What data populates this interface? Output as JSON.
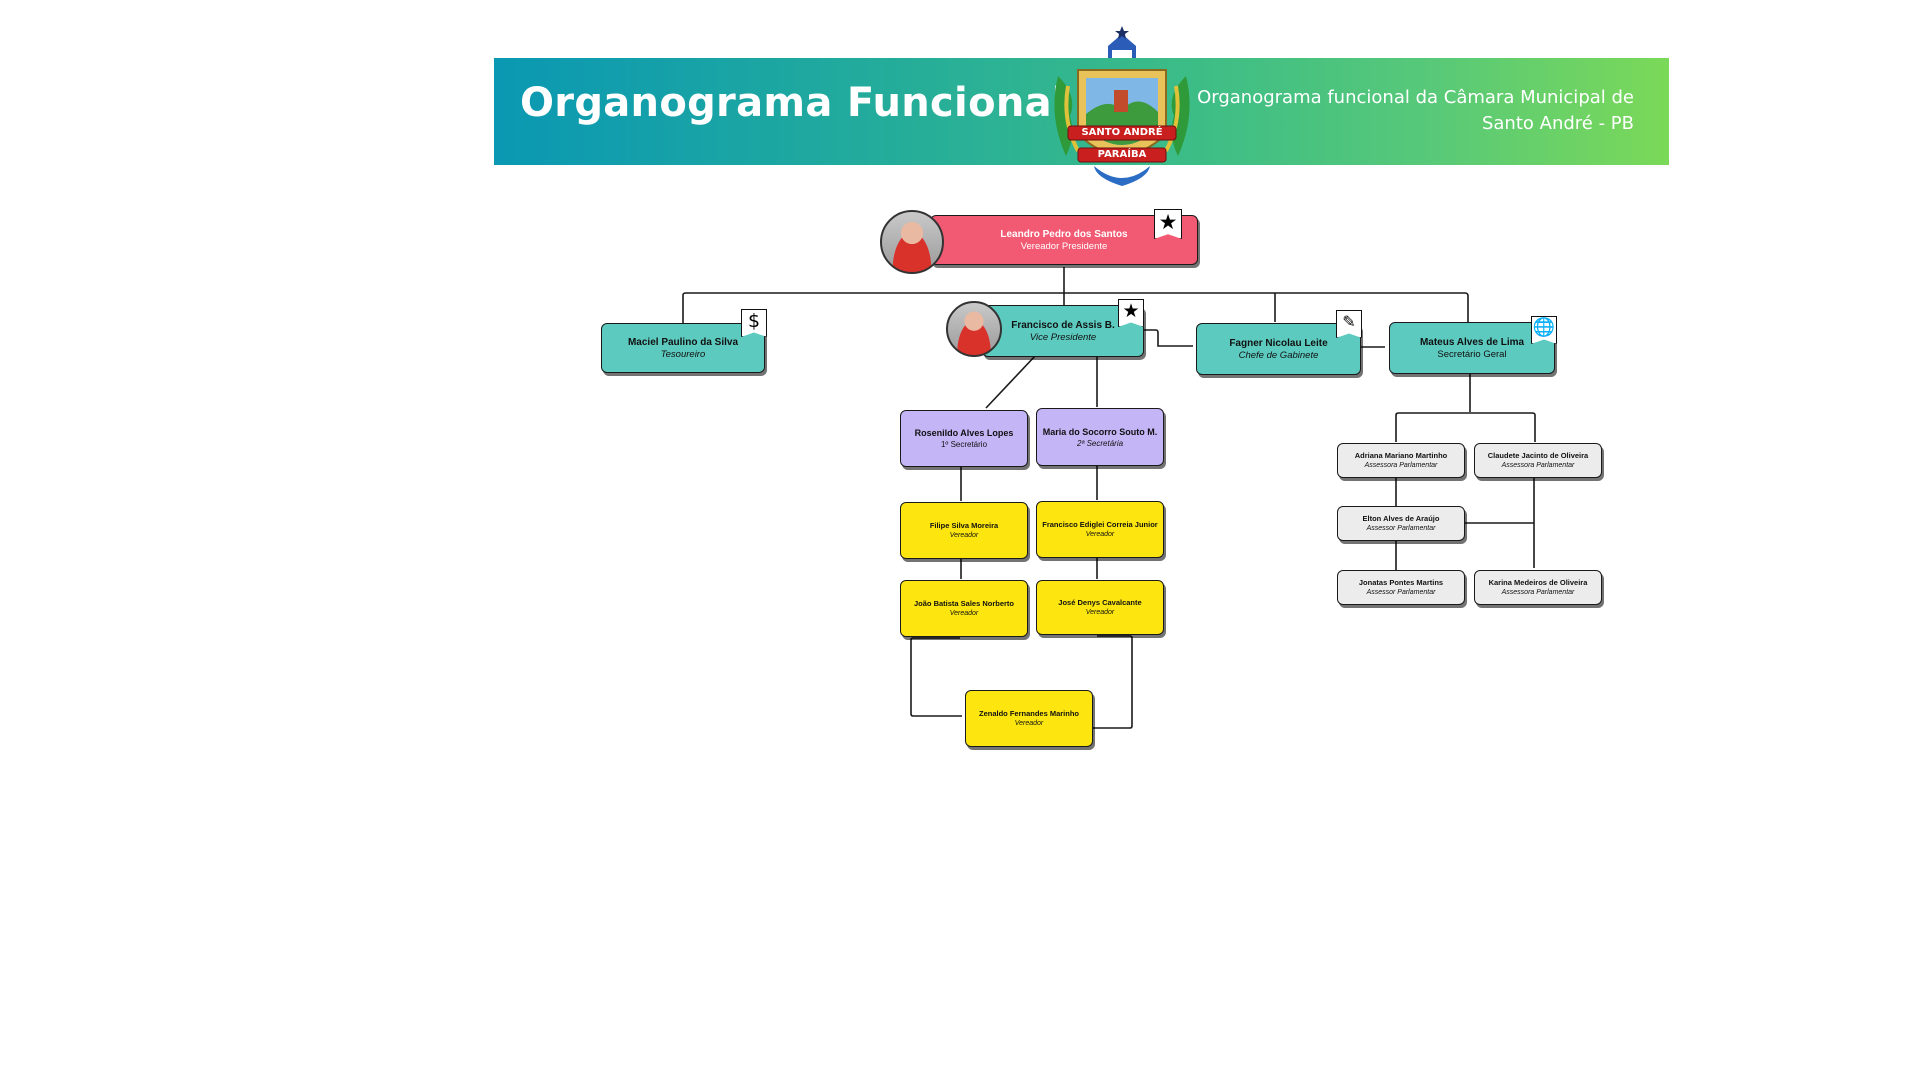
{
  "header": {
    "title": "Organograma Funcional",
    "subtitle": "Organograma funcional da Câmara Municipal de Santo André - PB",
    "crest": {
      "line1": "SANTO ANDRÉ",
      "line2": "PARAÍBA",
      "icon": "municipal-crest-icon"
    }
  },
  "colors": {
    "banner_start": "#0a98b3",
    "banner_end": "#7bd958",
    "president": "#f25a73",
    "board": "#5ccabf",
    "secretaries": "#c4b5f7",
    "councilors": "#fde60f",
    "advisors": "#ececec"
  },
  "org": {
    "president": {
      "name": "Leandro Pedro dos Santos",
      "role": "Vereador Presidente",
      "icon": "star-icon"
    },
    "treasurer": {
      "name": "Maciel Paulino da Silva",
      "role": "Tesoureiro",
      "icon": "dollar-icon"
    },
    "vice_president": {
      "name": "Francisco de Assis B.",
      "role": "Vice Presidente",
      "icon": "star-icon"
    },
    "chief_of_staff": {
      "name": "Fagner Nicolau Leite",
      "role": "Chefe de Gabinete",
      "icon": "pencil-icon"
    },
    "general_secretary": {
      "name": "Mateus Alves de Lima",
      "role": "Secretário Geral",
      "icon": "globe-icon"
    },
    "secretaries": [
      {
        "name": "Rosenildo Alves Lopes",
        "role": "1º Secretário"
      },
      {
        "name": "Maria do Socorro Souto M.",
        "role": "2ª Secretária"
      }
    ],
    "councilors": [
      {
        "name": "Filipe Silva Moreira",
        "role": "Vereador"
      },
      {
        "name": "Francisco Ediglei Correia Junior",
        "role": "Vereador"
      },
      {
        "name": "João Batista Sales Norberto",
        "role": "Vereador"
      },
      {
        "name": "José Denys Cavalcante",
        "role": "Vereador"
      },
      {
        "name": "Zenaldo Fernandes Marinho",
        "role": "Vereador"
      }
    ],
    "advisors": [
      {
        "name": "Adriana Mariano Martinho",
        "role": "Assessora Parlamentar"
      },
      {
        "name": "Claudete Jacinto de Oliveira",
        "role": "Assessora Parlamentar"
      },
      {
        "name": "Elton Alves de Araújo",
        "role": "Assessor Parlamentar"
      },
      {
        "name": "Jonatas Pontes Martins",
        "role": "Assessor Parlamentar"
      },
      {
        "name": "Karina Medeiros de Oliveira",
        "role": "Assessora Parlamentar"
      }
    ]
  }
}
